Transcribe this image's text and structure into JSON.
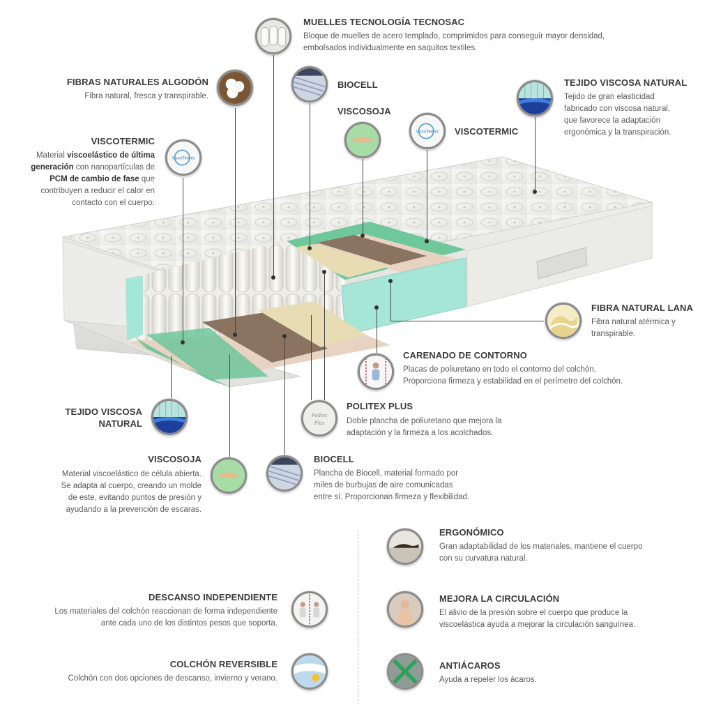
{
  "labels": {
    "muelles": {
      "title": "MUELLES TECNOLOGÍA TECNOSAC",
      "desc": "Bloque de muelles de acero templado, comprimidos para conseguir mayor densidad, embolsados individualmente en saquitos textiles."
    },
    "fibras": {
      "title": "FIBRAS NATURALES ALGODÓN",
      "desc": "Fibra natural, fresca y transpirable."
    },
    "biocell_top": {
      "title": "BIOCELL"
    },
    "viscosoja_top": {
      "title": "VISCOSOJA"
    },
    "viscotermic_mid": {
      "title": "VISCOTERMIC"
    },
    "viscotermic_left": {
      "title": "VISCOTERMIC",
      "desc_prefix": "Material ",
      "desc_bold1": "viscoelástico de última generación",
      "desc_mid": " con nanopartículas de ",
      "desc_bold2": "PCM de cambio de fase",
      "desc_suffix": " que contribuyen a reducir el calor en contacto con el cuerpo."
    },
    "tejido_top": {
      "title": "TEJIDO VISCOSA NATURAL",
      "desc": "Tejido de gran elasticidad fabricado con viscosa natural, que favorece la adaptación ergonómica y la transpiración."
    },
    "lana": {
      "title": "FIBRA NATURAL LANA",
      "desc": "Fibra natural atérmica y transpirable."
    },
    "carenado": {
      "title": "CARENADO DE CONTORNO",
      "desc": "Placas de poliuretano en todo el contorno del colchón, Proporciona firmeza y estabilidad en el perímetro del colchón."
    },
    "tejido_left": {
      "title1": "TEJIDO VISCOSA",
      "title2": "NATURAL"
    },
    "politex": {
      "title": "POLITEX PLUS",
      "desc": "Doble plancha de poliuretano que mejora la adaptación y la firmeza a los acolchados."
    },
    "viscosoja_bottom": {
      "title": "VISCOSOJA",
      "desc": "Material viscoelástico de célula abierta. Se adapta al cuerpo, creando un molde de este, evitando puntos de presión y ayudando a la prevención de escaras."
    },
    "biocell_bottom": {
      "title": "BIOCELL",
      "desc": "Plancha de Biocell, material formado por miles de burbujas de aire comunicadas entre sí. Proporcionan firmeza y flexibilidad."
    }
  },
  "features": {
    "ergonomico": {
      "title": "ERGONÓMICO",
      "desc": "Gran adaptabilidad de los materiales, mantiene el cuerpo con su curvatura natural."
    },
    "descanso": {
      "title": "DESCANSO INDEPENDIENTE",
      "desc": "Los materiales del colchón reaccionan de forma independiente ante cada uno de los distintos pesos que soporta."
    },
    "circulacion": {
      "title": "MEJORA LA CIRCULACIÓN",
      "desc": "El alivio de la presión sobre el cuerpo que produce la viscoelástica ayuda a mejorar la circulación sanguínea."
    },
    "reversible": {
      "title": "COLCHÓN REVERSIBLE",
      "desc": "Colchón con dos opciones de descanso, invierno y verano."
    },
    "antiacaros": {
      "title": "ANTIÁCAROS",
      "desc": "Ayuda a repeler los ácaros."
    }
  },
  "icon_text": {
    "viscotermic_logo": "ViscoTermic",
    "politex_logo1": "Politex",
    "politex_logo2": "Plus"
  },
  "colors": {
    "green_foam": "#6fc79c",
    "aqua_foam": "#a6e6d6",
    "brown_layer": "#8a7361",
    "cream_layer": "#e7dcb4",
    "pink_layer": "#e8d2c2",
    "line": "#444444"
  }
}
